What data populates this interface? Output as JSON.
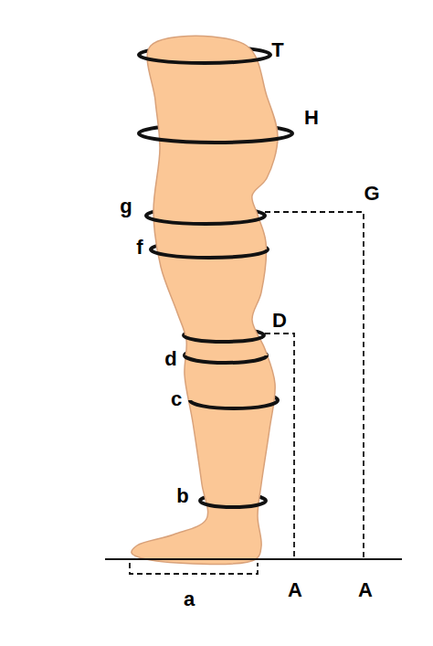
{
  "diagram": {
    "labels": [
      "T",
      "H",
      "G",
      "g",
      "f",
      "D",
      "d",
      "c",
      "b",
      "a",
      "A",
      "A"
    ]
  }
}
